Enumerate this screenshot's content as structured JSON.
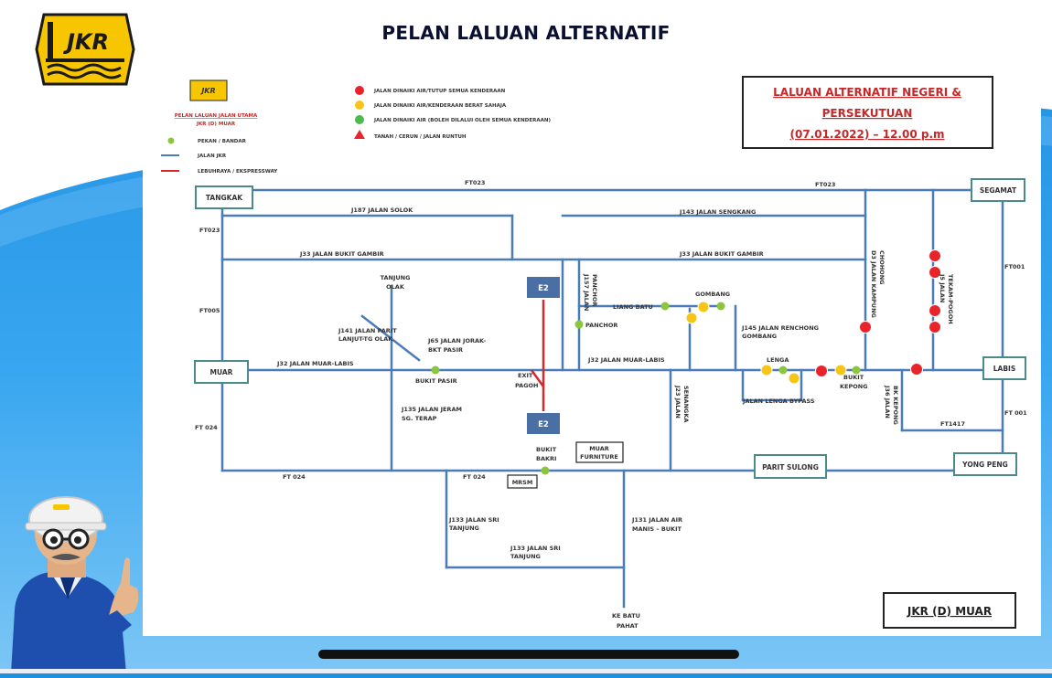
{
  "header": {
    "title": "PELAN LALUAN ALTERNATIF",
    "logo_text": "JKR"
  },
  "legend": {
    "heading_line1": "PELAN LALUAN JALAN UTAMA",
    "heading_line2": "JKR (D) MUAR",
    "items": [
      "PEKAN / BANDAR",
      "JALAN JKR",
      "LEBUHRAYA / EKSPRESSWAY"
    ],
    "status_items": [
      "JALAN DINAIKI AIR/TUTUP SEMUA KENDERAAN",
      "JALAN DINAIKI AIR/KENDERAAN BERAT SAHAJA",
      "JALAN DINAIKI AIR (BOLEH DILALUI OLEH SEMUA KENDERAAN)",
      "TANAH / CERUN / JALAN RUNTUH"
    ]
  },
  "notice": {
    "line1": "LALUAN ALTERNATIF NEGERI &",
    "line2": "PERSEKUTUAN",
    "line3": "(07.01.2022) – 12.00 p.m"
  },
  "footer_label": "JKR (D) MUAR",
  "places": {
    "tangkak": "TANGKAK",
    "segamat": "SEGAMAT",
    "muar": "MUAR",
    "labis": "LABIS",
    "parit_sulong": "PARIT SULONG",
    "yong_peng": "YONG PENG",
    "muar_furniture_1": "MUAR",
    "muar_furniture_2": "FURNITURE",
    "mrsm": "MRSM",
    "e2_north": "E2",
    "e2_south": "E2"
  },
  "road_labels": {
    "ft023_west": "FT023",
    "ft023_east": "FT023",
    "ft023_side": "FT023",
    "j187": "J187 JALAN SOLOK",
    "j143": "J143 JALAN SENGKANG",
    "j33_west": "J33 JALAN BUKIT GAMBIR",
    "j33_east": "J33 JALAN BUKIT GAMBIR",
    "ft001_north": "FT001",
    "ft005": "FT005",
    "tanjung_olak_1": "TANJUNG",
    "tanjung_olak_2": "OLAK",
    "j157_1": "J157 JALAN",
    "j157_2": "PANCHOR",
    "liang_batu": "LIANG BATU",
    "gombang": "GOMBANG",
    "panchor": "PANCHOR",
    "j141_1": "J141 JALAN PARIT",
    "j141_2": "LANJUT-TG OLAK",
    "j65_1": "J65 JALAN JORAK-",
    "j65_2": "BKT PASIR",
    "j32_west": "J32 JALAN MUAR-LABIS",
    "j32_east": "J32 JALAN MUAR-LABIS",
    "j145_1": "J145 JALAN RENCHONG",
    "j145_2": "GOMBANG",
    "lenga": "LENGA",
    "bukit_pasir": "BUKIT PASIR",
    "exit_1": "EXIT",
    "exit_2": "PAGOH",
    "bukit_kepong_1": "BUKIT",
    "bukit_kepong_2": "KEPONG",
    "jalan_lenga_bypass": "JALAN LENGA BYPASS",
    "j135_1": "J135 JALAN JERAM",
    "j135_2": "SG. TERAP",
    "j23_1": "J23 JALAN",
    "j23_2": "SENANGKA",
    "j36_1": "J36 JALAN",
    "j36_2": "BK KEPONG",
    "ft1417": "FT1417",
    "ft001_south": "FT 001",
    "ft024_west": "FT 024",
    "ft024_mid": "FT 024",
    "ft024_east": "FT 024",
    "bukit_bakri_1": "BUKIT",
    "bukit_bakri_2": "BAKRI",
    "j133_1": "J133 JALAN SRI",
    "j133_2": "TANJUNG",
    "j133b_1": "J133 JALAN SRI",
    "j133b_2": "TANJUNG",
    "j131_1": "J131 JALAN AIR",
    "j131_2": "MANIS – BUKIT",
    "ke_batu_pahat_1": "KE BATU",
    "ke_batu_pahat_2": "PAHAT",
    "v_chohong_1": "D3 JALAN KAMPUNG",
    "v_chohong_2": "CHOHONG",
    "v_pogoh_1": "J5 JALAN",
    "v_pogoh_2": "TEKAM-POGOH"
  },
  "colors": {
    "road": "#4a7cb8",
    "expressway": "#d42a2a",
    "town": "#8cc63f",
    "flood_closed": "#e8232a",
    "flood_heavy": "#f5c518",
    "flood_passable": "#4cba4c",
    "box_border": "#4a8a8a",
    "e2_box": "#4a6fa5"
  }
}
